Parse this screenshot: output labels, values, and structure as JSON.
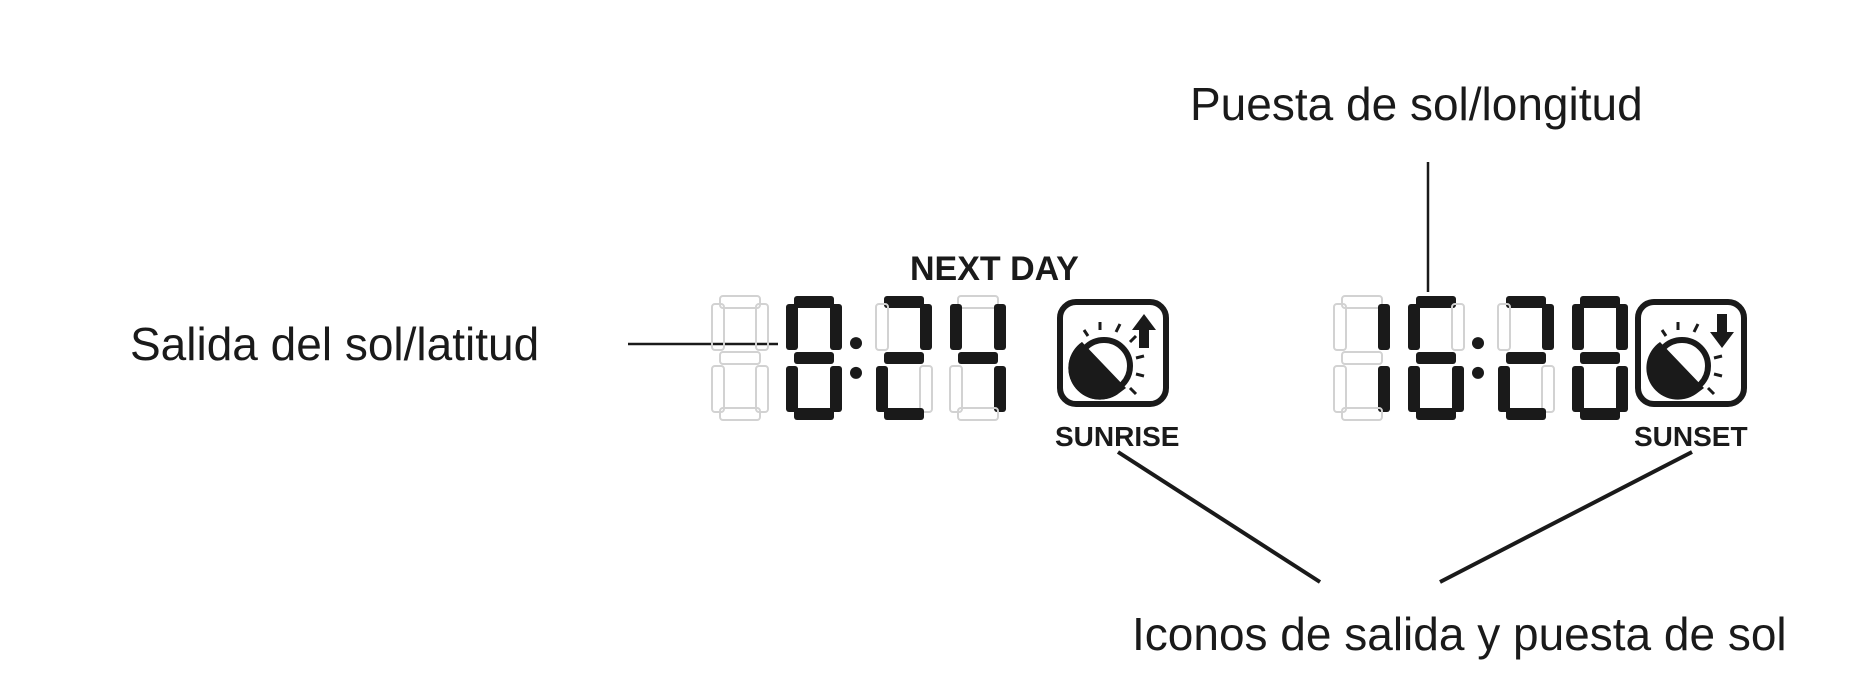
{
  "callouts": {
    "sunrise_latitude": "Salida del sol/latitud",
    "sunset_longitude": "Puesta de sol/longitud",
    "icons": "Iconos de salida y puesta de sol"
  },
  "display": {
    "next_day_label": "NEXT DAY",
    "sunrise_time": "8:24",
    "sunset_time": "16:28",
    "sunrise_label": "SUNRISE",
    "sunset_label": "SUNSET"
  },
  "colors": {
    "ink": "#1a1a1a",
    "segment_off": "#d2d2d2",
    "background": "#ffffff"
  }
}
